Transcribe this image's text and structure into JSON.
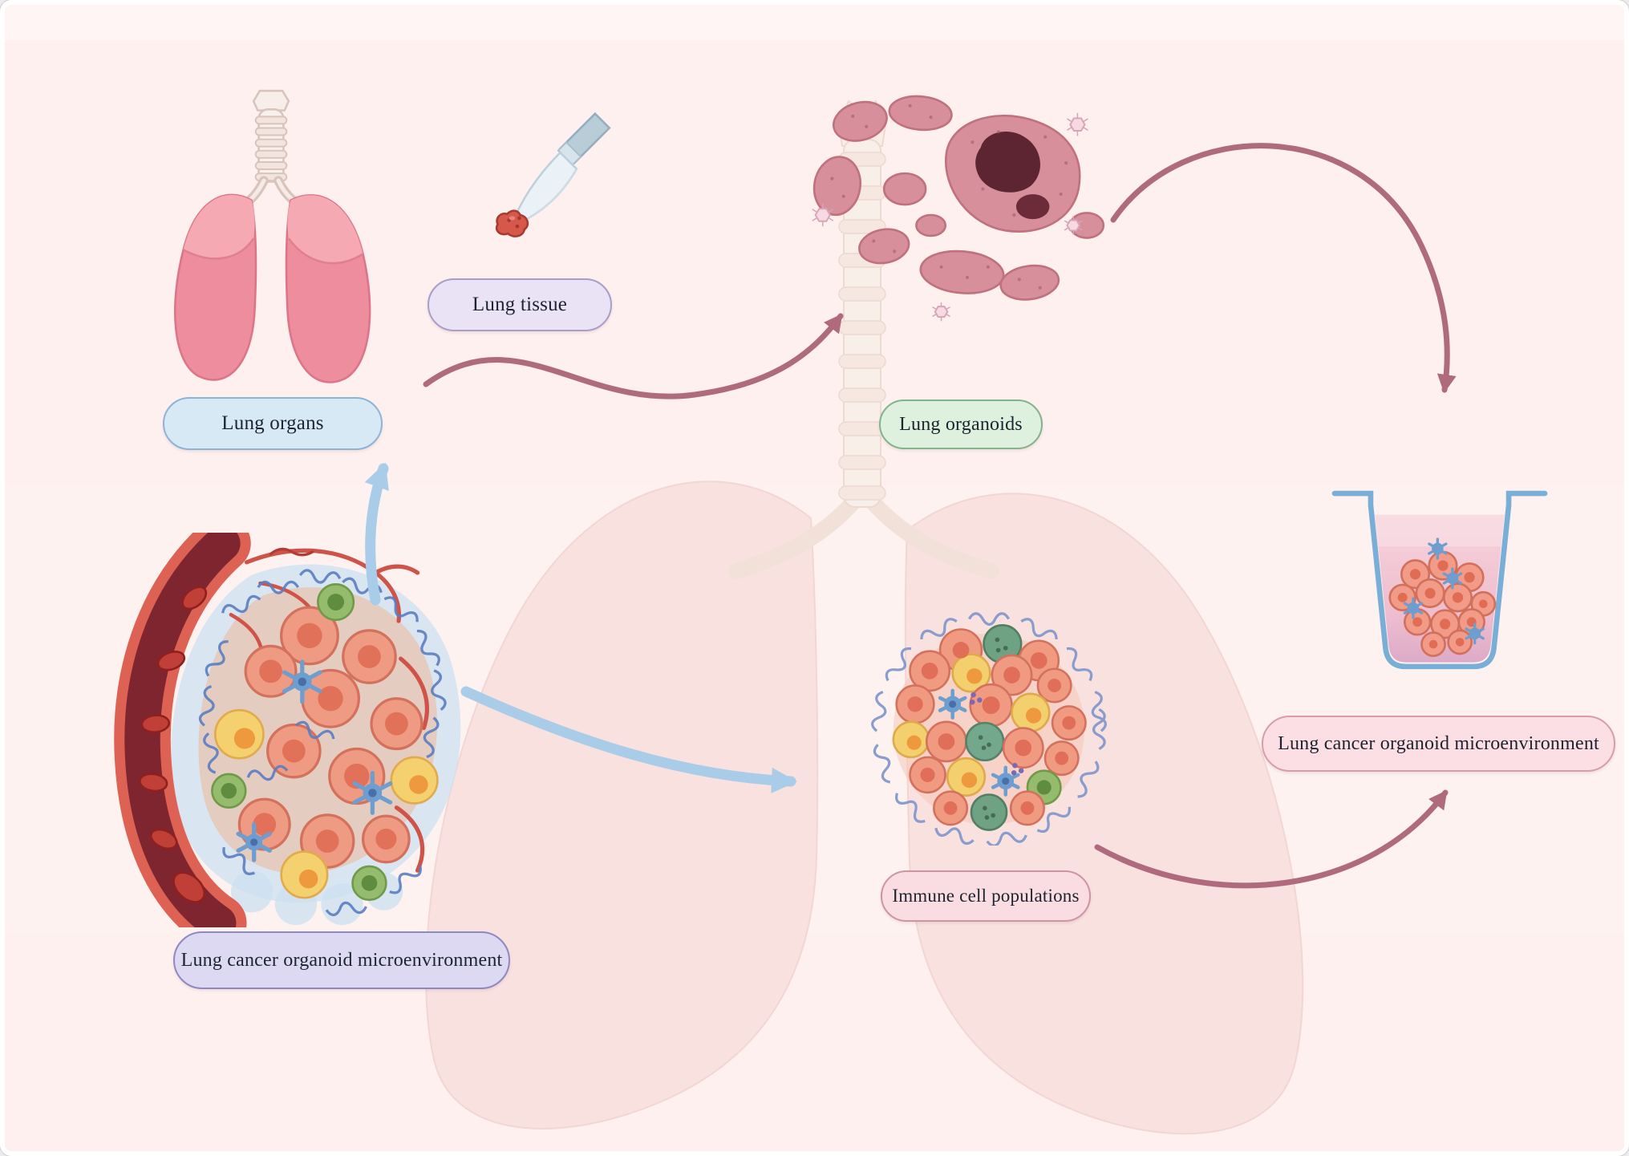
{
  "labels": {
    "lung_organs": "Lung organs",
    "lung_tissue": "Lung tissue",
    "lung_organoids": "Lung organoids",
    "lco_left": "Lung cancer organoid microenvironment",
    "immune_cells": "Immune cell populations",
    "lco_right": "Lung cancer organoid microenvironment"
  },
  "colors": {
    "background": "#fdf0ee",
    "arrow_mauve": "#b06a7d",
    "arrow_blue": "#a9cde9",
    "pill_lung_organs_bg": "#d8e9f6",
    "pill_lung_organs_border": "#8cb4d6",
    "pill_lung_tissue_bg": "#e9e3f5",
    "pill_lung_tissue_border": "#a99dca",
    "pill_lung_organoids_bg": "#def0de",
    "pill_lung_organoids_border": "#83b28b",
    "pill_lco_left_bg": "#ded9f3",
    "pill_lco_left_border": "#8f89c2",
    "pill_immune_bg": "#f9dde2",
    "pill_immune_border": "#cf93a4",
    "pill_lco_right_bg": "#fbdfe4",
    "pill_lco_right_border": "#d89cab"
  },
  "icon_names": [
    "lungs-illustration",
    "scalpel-tissue-illustration",
    "lung-organoid-illustration",
    "culture-cup-illustration",
    "tumor-microenvironment-illustration",
    "immune-cell-cluster-illustration",
    "faded-lungs-watermark",
    "curved-mauve-arrow",
    "blue-arrow"
  ]
}
